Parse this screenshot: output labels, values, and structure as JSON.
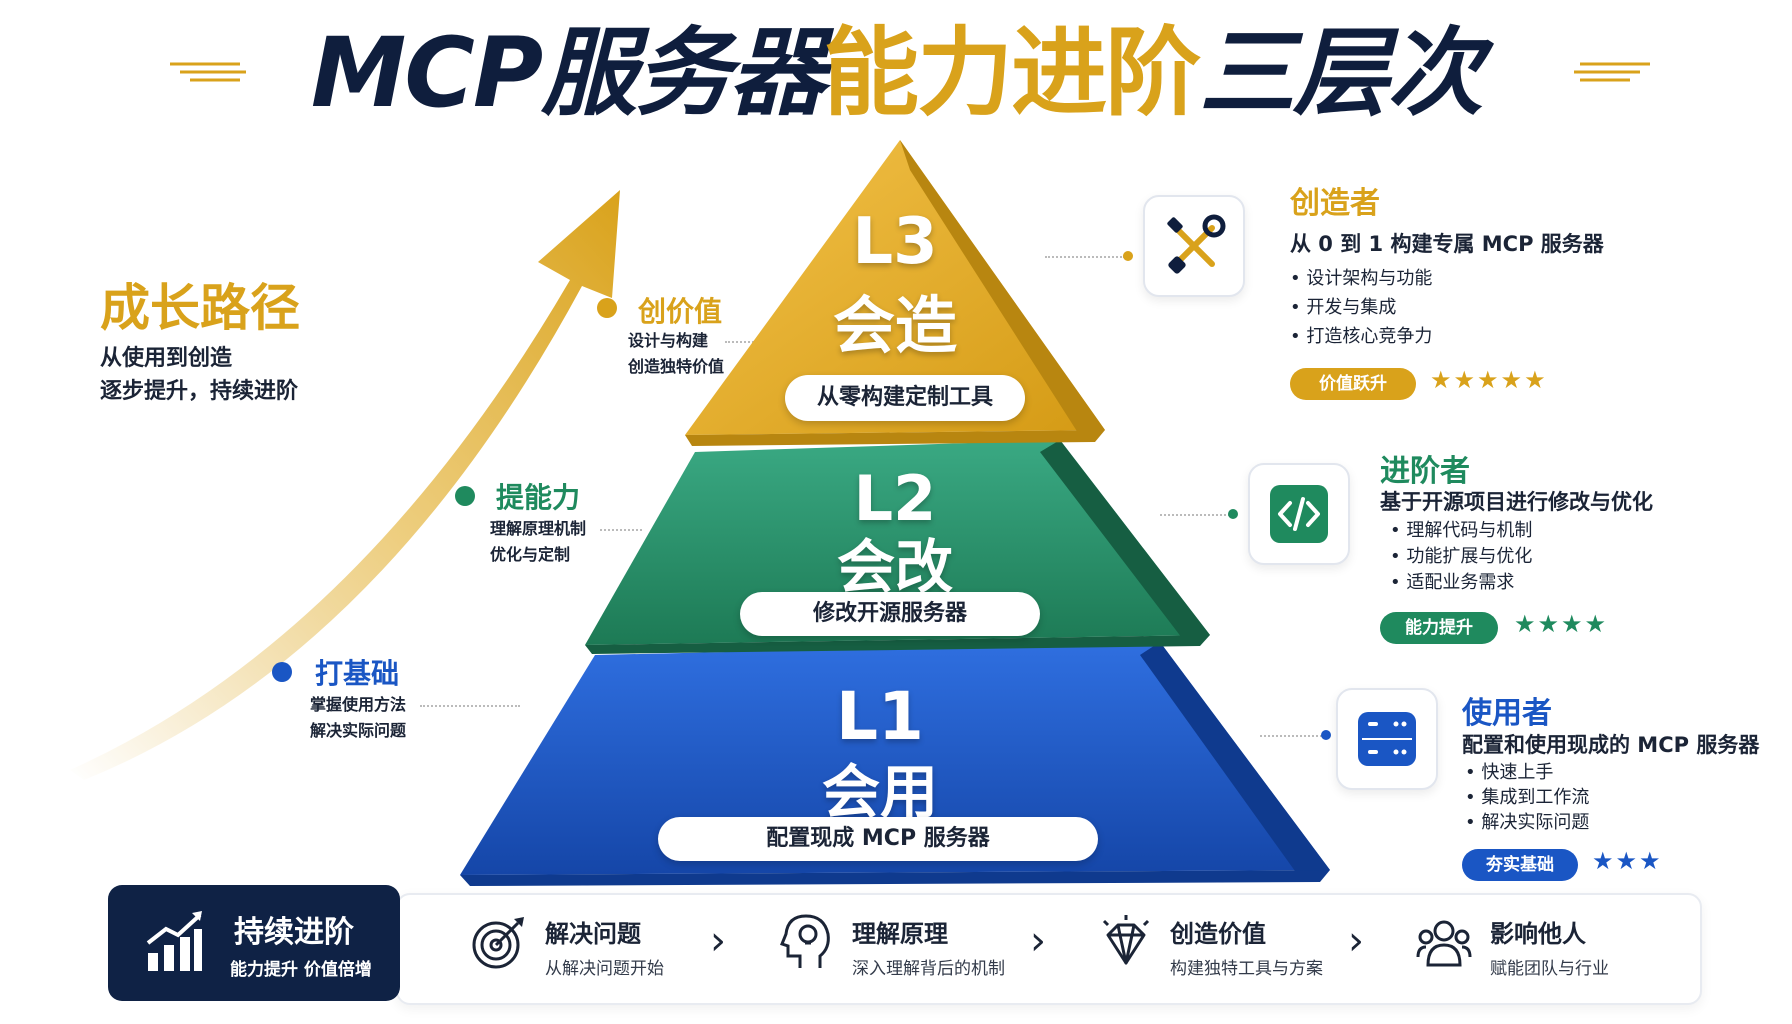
{
  "title": {
    "part1": "MCP服务器",
    "part2": "能力进阶",
    "part3": "三层次"
  },
  "colors": {
    "navy": "#0f1e3d",
    "gold": "#d9a21b",
    "green": "#1f8a5e",
    "blue": "#1a56c4"
  },
  "growth": {
    "title": "成长路径",
    "line1": "从使用到创造",
    "line2": "逐步提升，持续进阶"
  },
  "side_labels": [
    {
      "label": "创价值",
      "sub1": "设计与构建",
      "sub2": "创造独特价值"
    },
    {
      "label": "提能力",
      "sub1": "理解原理机制",
      "sub2": "优化与定制"
    },
    {
      "label": "打基础",
      "sub1": "掌握使用方法",
      "sub2": "解决实际问题"
    }
  ],
  "pyramid": [
    {
      "code": "L3",
      "name": "会造",
      "pill": "从零构建定制工具"
    },
    {
      "code": "L2",
      "name": "会改",
      "pill": "修改开源服务器"
    },
    {
      "code": "L1",
      "name": "会用",
      "pill": "配置现成 MCP 服务器"
    }
  ],
  "roles": [
    {
      "icon": "tools-icon",
      "title": "创造者",
      "desc": "从 0 到 1 构建专属 MCP 服务器",
      "bullets": [
        "设计架构与功能",
        "开发与集成",
        "打造核心竞争力"
      ],
      "badge": "价值跃升",
      "stars": "★★★★★"
    },
    {
      "icon": "code-icon",
      "title": "进阶者",
      "desc": "基于开源项目进行修改与优化",
      "bullets": [
        "理解代码与机制",
        "功能扩展与优化",
        "适配业务需求"
      ],
      "badge": "能力提升",
      "stars": "★★★★"
    },
    {
      "icon": "server-icon",
      "title": "使用者",
      "desc": "配置和使用现成的 MCP 服务器",
      "bullets": [
        "快速上手",
        "集成到工作流",
        "解决实际问题"
      ],
      "badge": "夯实基础",
      "stars": "★★★"
    }
  ],
  "bottom": {
    "lead_title": "持续进阶",
    "lead_sub": "能力提升 价值倍增",
    "steps": [
      {
        "icon": "target-icon",
        "title": "解决问题",
        "sub": "从解决问题开始"
      },
      {
        "icon": "lightbulb-head-icon",
        "title": "理解原理",
        "sub": "深入理解背后的机制"
      },
      {
        "icon": "diamond-icon",
        "title": "创造价值",
        "sub": "构建独特工具与方案"
      },
      {
        "icon": "people-icon",
        "title": "影响他人",
        "sub": "赋能团队与行业"
      }
    ]
  }
}
